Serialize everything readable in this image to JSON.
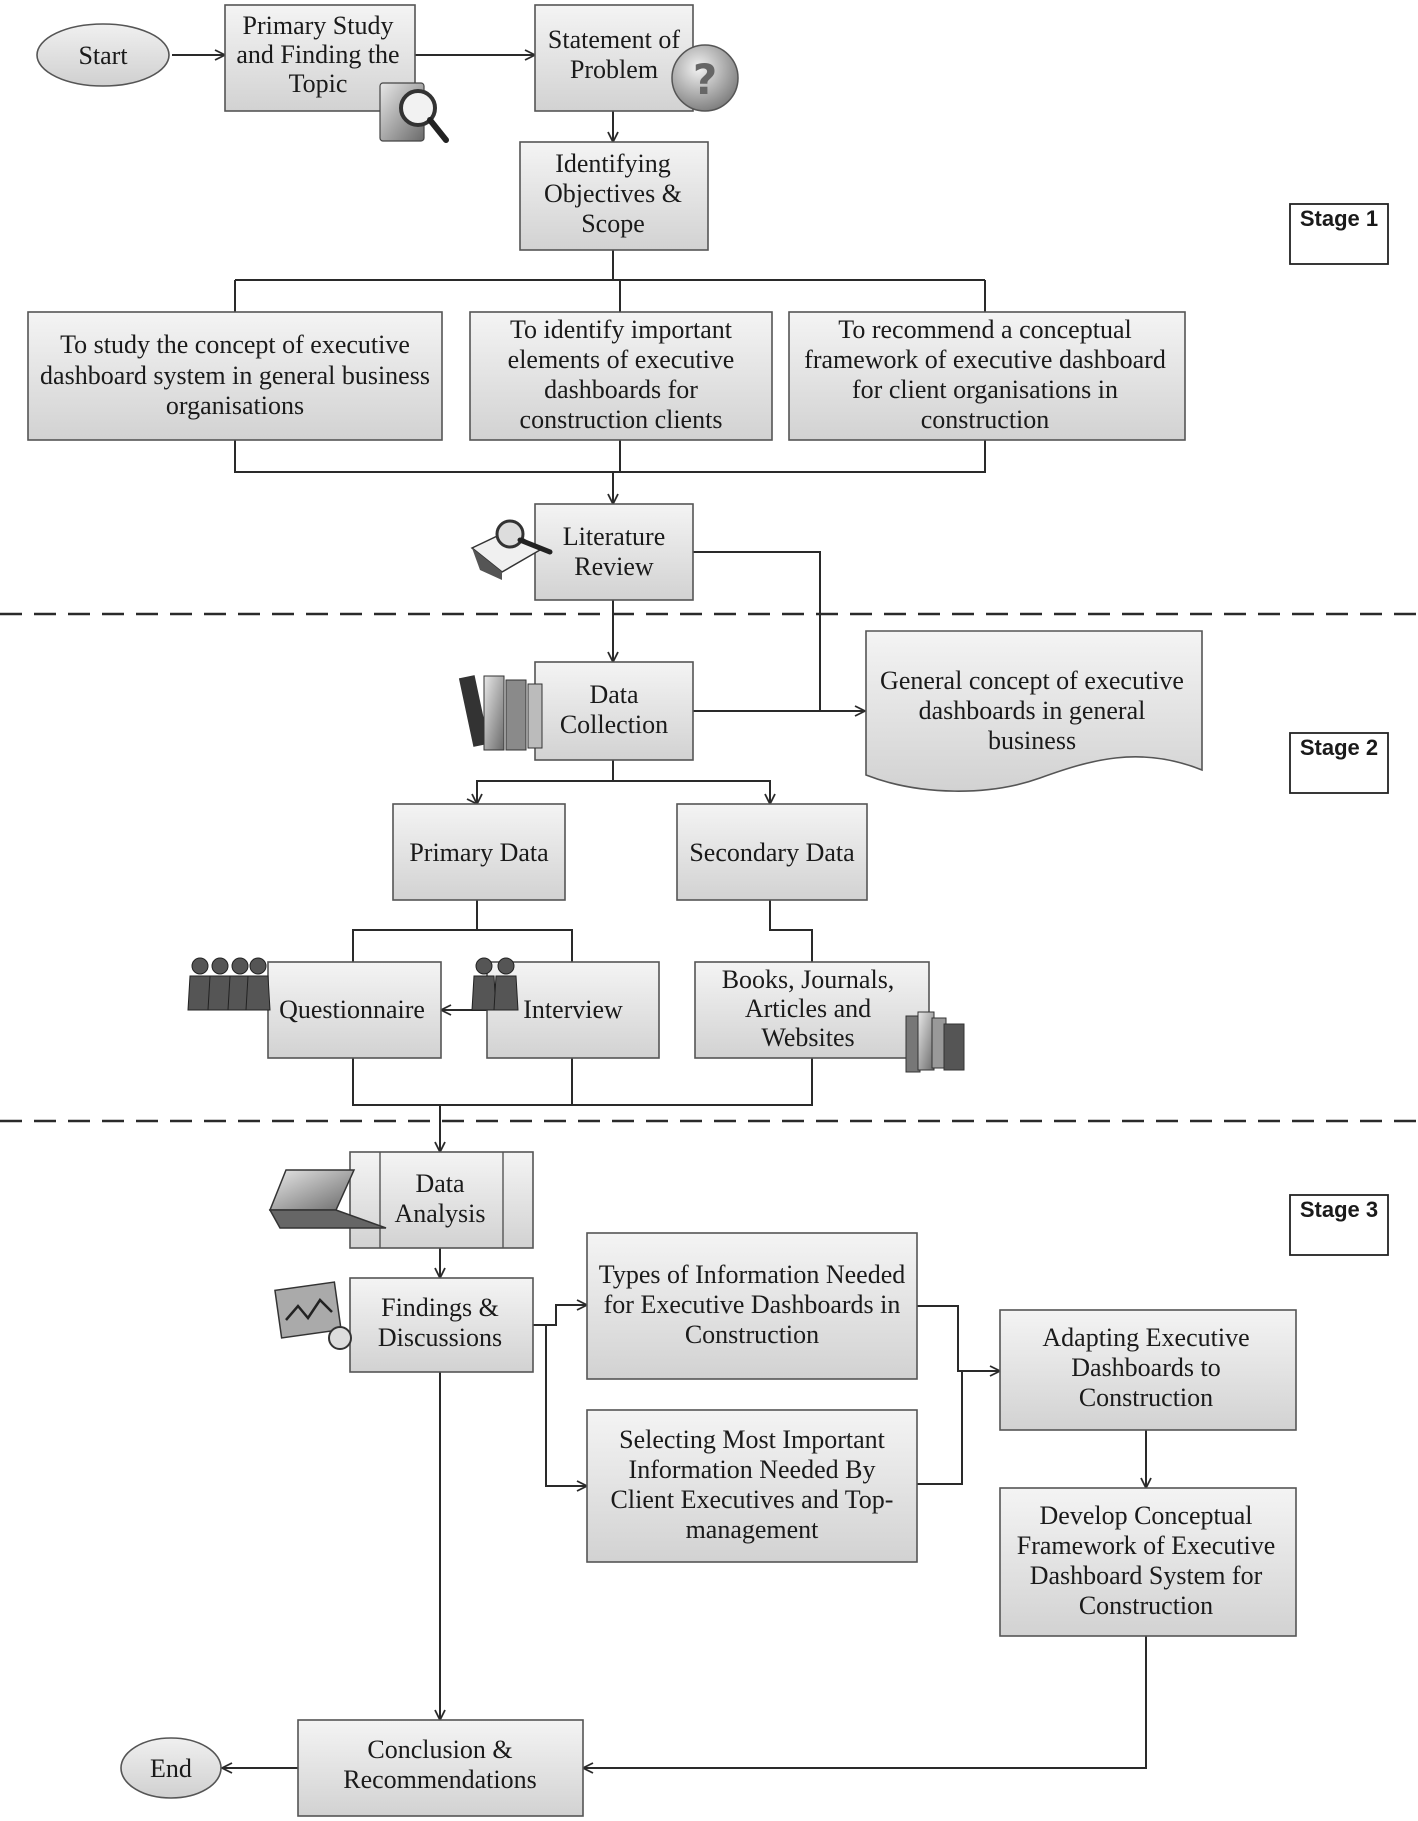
{
  "nodes": {
    "start": "Start",
    "end": "End",
    "primary_study": [
      "Primary Study",
      "and Finding the",
      "Topic"
    ],
    "statement": [
      "Statement of",
      "Problem"
    ],
    "objectives": [
      "Identifying",
      "Objectives &",
      "Scope"
    ],
    "obj1": [
      "To study the concept of executive",
      "dashboard system in general business",
      "organisations"
    ],
    "obj2": [
      "To identify important",
      "elements of executive",
      "dashboards for",
      "construction clients"
    ],
    "obj3": [
      "To recommend a conceptual",
      "framework of executive dashboard",
      "for client organisations in",
      "construction"
    ],
    "literature": [
      "Literature",
      "Review"
    ],
    "data_collection": [
      "Data",
      "Collection"
    ],
    "general_concept": [
      "General concept of executive",
      "dashboards in general",
      "business"
    ],
    "primary_data": [
      "Primary Data"
    ],
    "secondary_data": [
      "Secondary Data"
    ],
    "questionnaire": [
      "Questionnaire"
    ],
    "interview": [
      "Interview"
    ],
    "books": [
      "Books, Journals,",
      "Articles and",
      "Websites"
    ],
    "data_analysis": [
      "Data",
      "Analysis"
    ],
    "findings": [
      "Findings &",
      "Discussions"
    ],
    "types_info": [
      "Types of Information Needed",
      "for Executive Dashboards in",
      "Construction"
    ],
    "selecting_info": [
      "Selecting Most Important",
      "Information Needed By",
      "Client Executives and Top-",
      "management"
    ],
    "adapting": [
      "Adapting Executive",
      "Dashboards to",
      "Construction"
    ],
    "develop": [
      "Develop Conceptual",
      "Framework of Executive",
      "Dashboard System for",
      "Construction"
    ],
    "conclusion": [
      "Conclusion &",
      "Recommendations"
    ]
  },
  "stages": [
    "Stage 1",
    "Stage 2",
    "Stage 3"
  ],
  "icons": {
    "primary_study": "magnifier-icon",
    "statement": "question-mark-icon",
    "literature": "book-magnifier-icon",
    "data_collection": "binders-icon",
    "questionnaire": "people-group-icon",
    "interview": "two-people-icon",
    "books": "books-stack-icon",
    "data_analysis": "laptop-icon",
    "findings": "chart-folder-icon"
  }
}
